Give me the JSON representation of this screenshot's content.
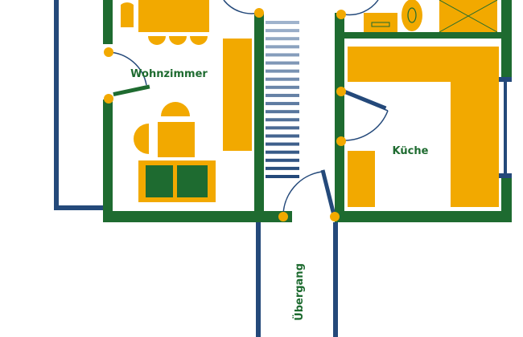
{
  "rooms": {
    "living_room": "Wohnzimmer",
    "kitchen": "Küche",
    "passage": "Übergang"
  },
  "colors": {
    "wall": "#1e6b30",
    "outline": "#24497a",
    "furniture": "#f2a900",
    "stairs_top": "#9fb3cc",
    "stairs_bottom": "#24497a",
    "background": "#ffffff"
  }
}
